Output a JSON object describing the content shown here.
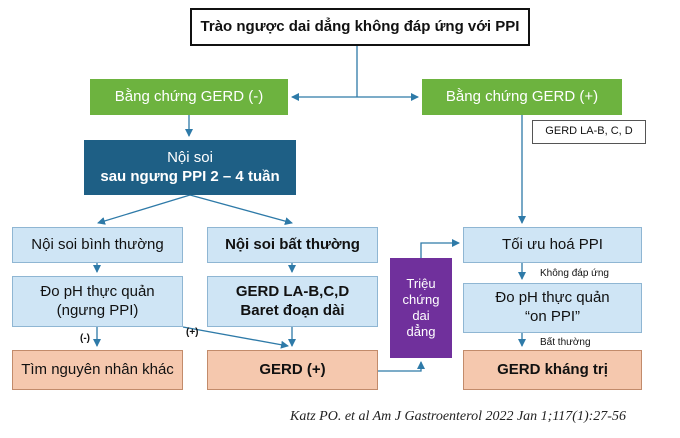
{
  "nodes": {
    "root": "Trào ngược dai dẳng không đáp ứng với PPI",
    "gerd_neg": "Bằng chứng GERD (-)",
    "gerd_pos": "Bằng chứng GERD (+)",
    "gerd_la_tag": "GERD LA-B, C, D",
    "endoscopy": {
      "line1": "Nội soi",
      "line2": "sau ngưng PPI 2 – 4 tuần"
    },
    "endo_normal": "Nội soi bình thường",
    "endo_abnormal": "Nội soi bất thường",
    "ph_off": {
      "line1": "Đo pH thực quản",
      "line2": "(ngưng PPI)"
    },
    "gerd_lab": {
      "line1": "GERD LA-B,C,D",
      "line2": "Baret đoạn dài"
    },
    "find_other": "Tìm nguyên nhân khác",
    "gerd_plus": "GERD (+)",
    "persistent": {
      "line1": "Triệu",
      "line2": "chứng",
      "line3": "dai",
      "line4": "dẳng"
    },
    "optimize": "Tối ưu hoá PPI",
    "ph_on": {
      "line1": "Đo pH thực quản",
      "line2": "“on PPI”"
    },
    "refractory": "GERD kháng trị"
  },
  "edge_labels": {
    "no_response": "Không đáp ứng",
    "abnormal": "Bất thường",
    "negative": "(-)",
    "positive": "(+)"
  },
  "citation": "Katz PO. et al Am J Gastroenterol 2022 Jan 1;117(1):27-56",
  "colors": {
    "green": "#6db33f",
    "navy": "#1e5f85",
    "light_blue": "#cfe5f5",
    "salmon": "#f5c8ae",
    "purple": "#70309c",
    "arrow": "#2e7aa8"
  }
}
